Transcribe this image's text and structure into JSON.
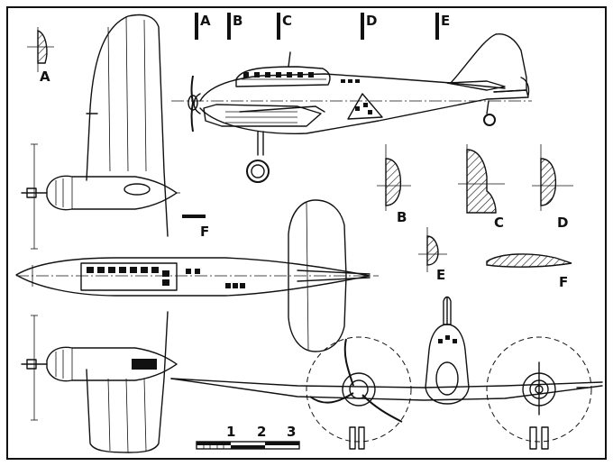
{
  "section_labels": {
    "a": "A",
    "b": "B",
    "c": "C",
    "d": "D",
    "e": "E",
    "f": "F"
  },
  "scale_bar": {
    "tick_1": "1",
    "tick_2": "2",
    "tick_3": "3"
  }
}
